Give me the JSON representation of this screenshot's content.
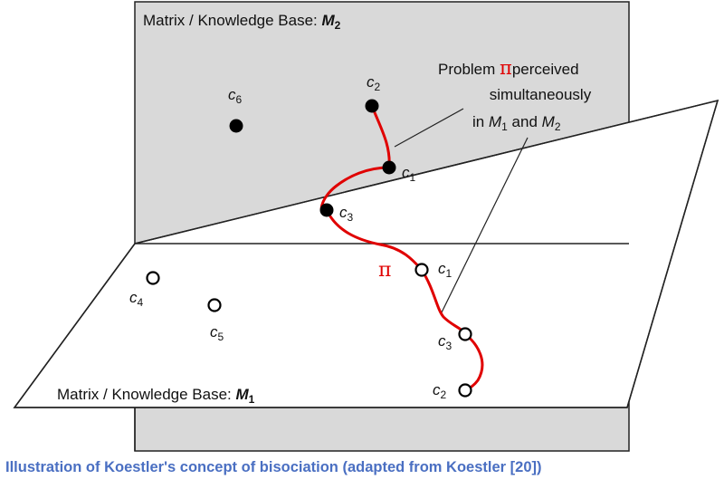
{
  "diagram": {
    "plane_m2": {
      "label_text": "Matrix / Knowledge Base: ",
      "label_var": "M",
      "label_sub": "2",
      "fill": "#d9d9d9"
    },
    "plane_m1": {
      "label_text": "Matrix / Knowledge Base: ",
      "label_var": "M",
      "label_sub": "1",
      "fill": "#ffffff"
    },
    "callout": {
      "line1_before": "Problem ",
      "pi_symbol": "π",
      "line1_after": "perceived",
      "line2": "simultaneously",
      "line3_in": "in ",
      "var": "M",
      "sub1": "1",
      "and": " and ",
      "sub2": "2"
    },
    "pi_label": "π",
    "path_color": "#e00000",
    "concepts_m2": [
      {
        "var": "c",
        "sub": "6"
      },
      {
        "var": "c",
        "sub": "2"
      },
      {
        "var": "c",
        "sub": "1"
      },
      {
        "var": "c",
        "sub": "3"
      }
    ],
    "concepts_m1": [
      {
        "var": "c",
        "sub": "4"
      },
      {
        "var": "c",
        "sub": "5"
      },
      {
        "var": "c",
        "sub": "1"
      },
      {
        "var": "c",
        "sub": "3"
      },
      {
        "var": "c",
        "sub": "2"
      }
    ]
  },
  "caption": "Illustration of Koestler's concept of bisociation (adapted from Koestler [20])"
}
